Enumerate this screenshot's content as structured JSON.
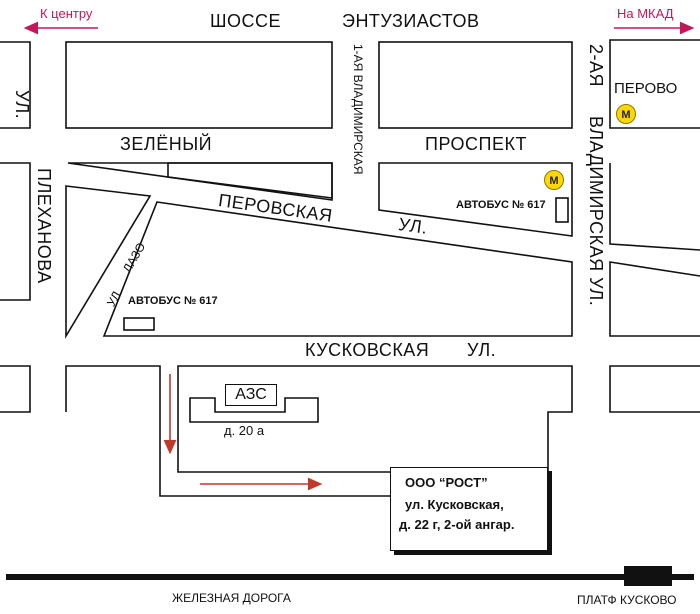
{
  "streets": {
    "shosse": "ШОССЕ",
    "entuziastov": "ЭНТУЗИАСТОВ",
    "ul_left": "УЛ.",
    "zelyony": "ЗЕЛЁНЫЙ",
    "prospekt": "ПРОСПЕКТ",
    "plekhanova": "ПЛЕХАНОВА",
    "vladimirskaya_1": "1-АЯ ВЛАДИМИРСКАЯ",
    "perovskaya": "ПЕРОВСКАЯ",
    "perovskaya_ul": "УЛ.",
    "lazo_ul": "УЛ.",
    "lazo": "ЛАЗО",
    "kuskovskaya": "КУСКОВСКАЯ",
    "kuskovskaya_ul": "УЛ.",
    "vladimirskaya_2": "2-АЯ",
    "vladimirskaya_2b": "ВЛАДИМИРСКАЯ УЛ."
  },
  "directions": {
    "to_center": "К центру",
    "to_mkad": "На МКАД"
  },
  "places": {
    "perovo": "ПЕРОВО",
    "metro_symbol": "М",
    "bus_617_a": "АВТОБУС № 617",
    "bus_617_b": "АВТОБУС № 617",
    "azs": "АЗС",
    "house": "д. 20 а",
    "railway": "ЖЕЛЕЗНАЯ ДОРОГА",
    "station": "ПЛАТФ КУСКОВО"
  },
  "office": {
    "name": "ООО “РОСТ”",
    "street": "ул. Кусковская,",
    "address": "д. 22 г,   2-ой  ангар."
  },
  "colors": {
    "route": "#c0392b",
    "direction_arrow": "#c2185b",
    "metro": "#ffd700",
    "block_outline": "#111111",
    "railway": "#111111"
  }
}
